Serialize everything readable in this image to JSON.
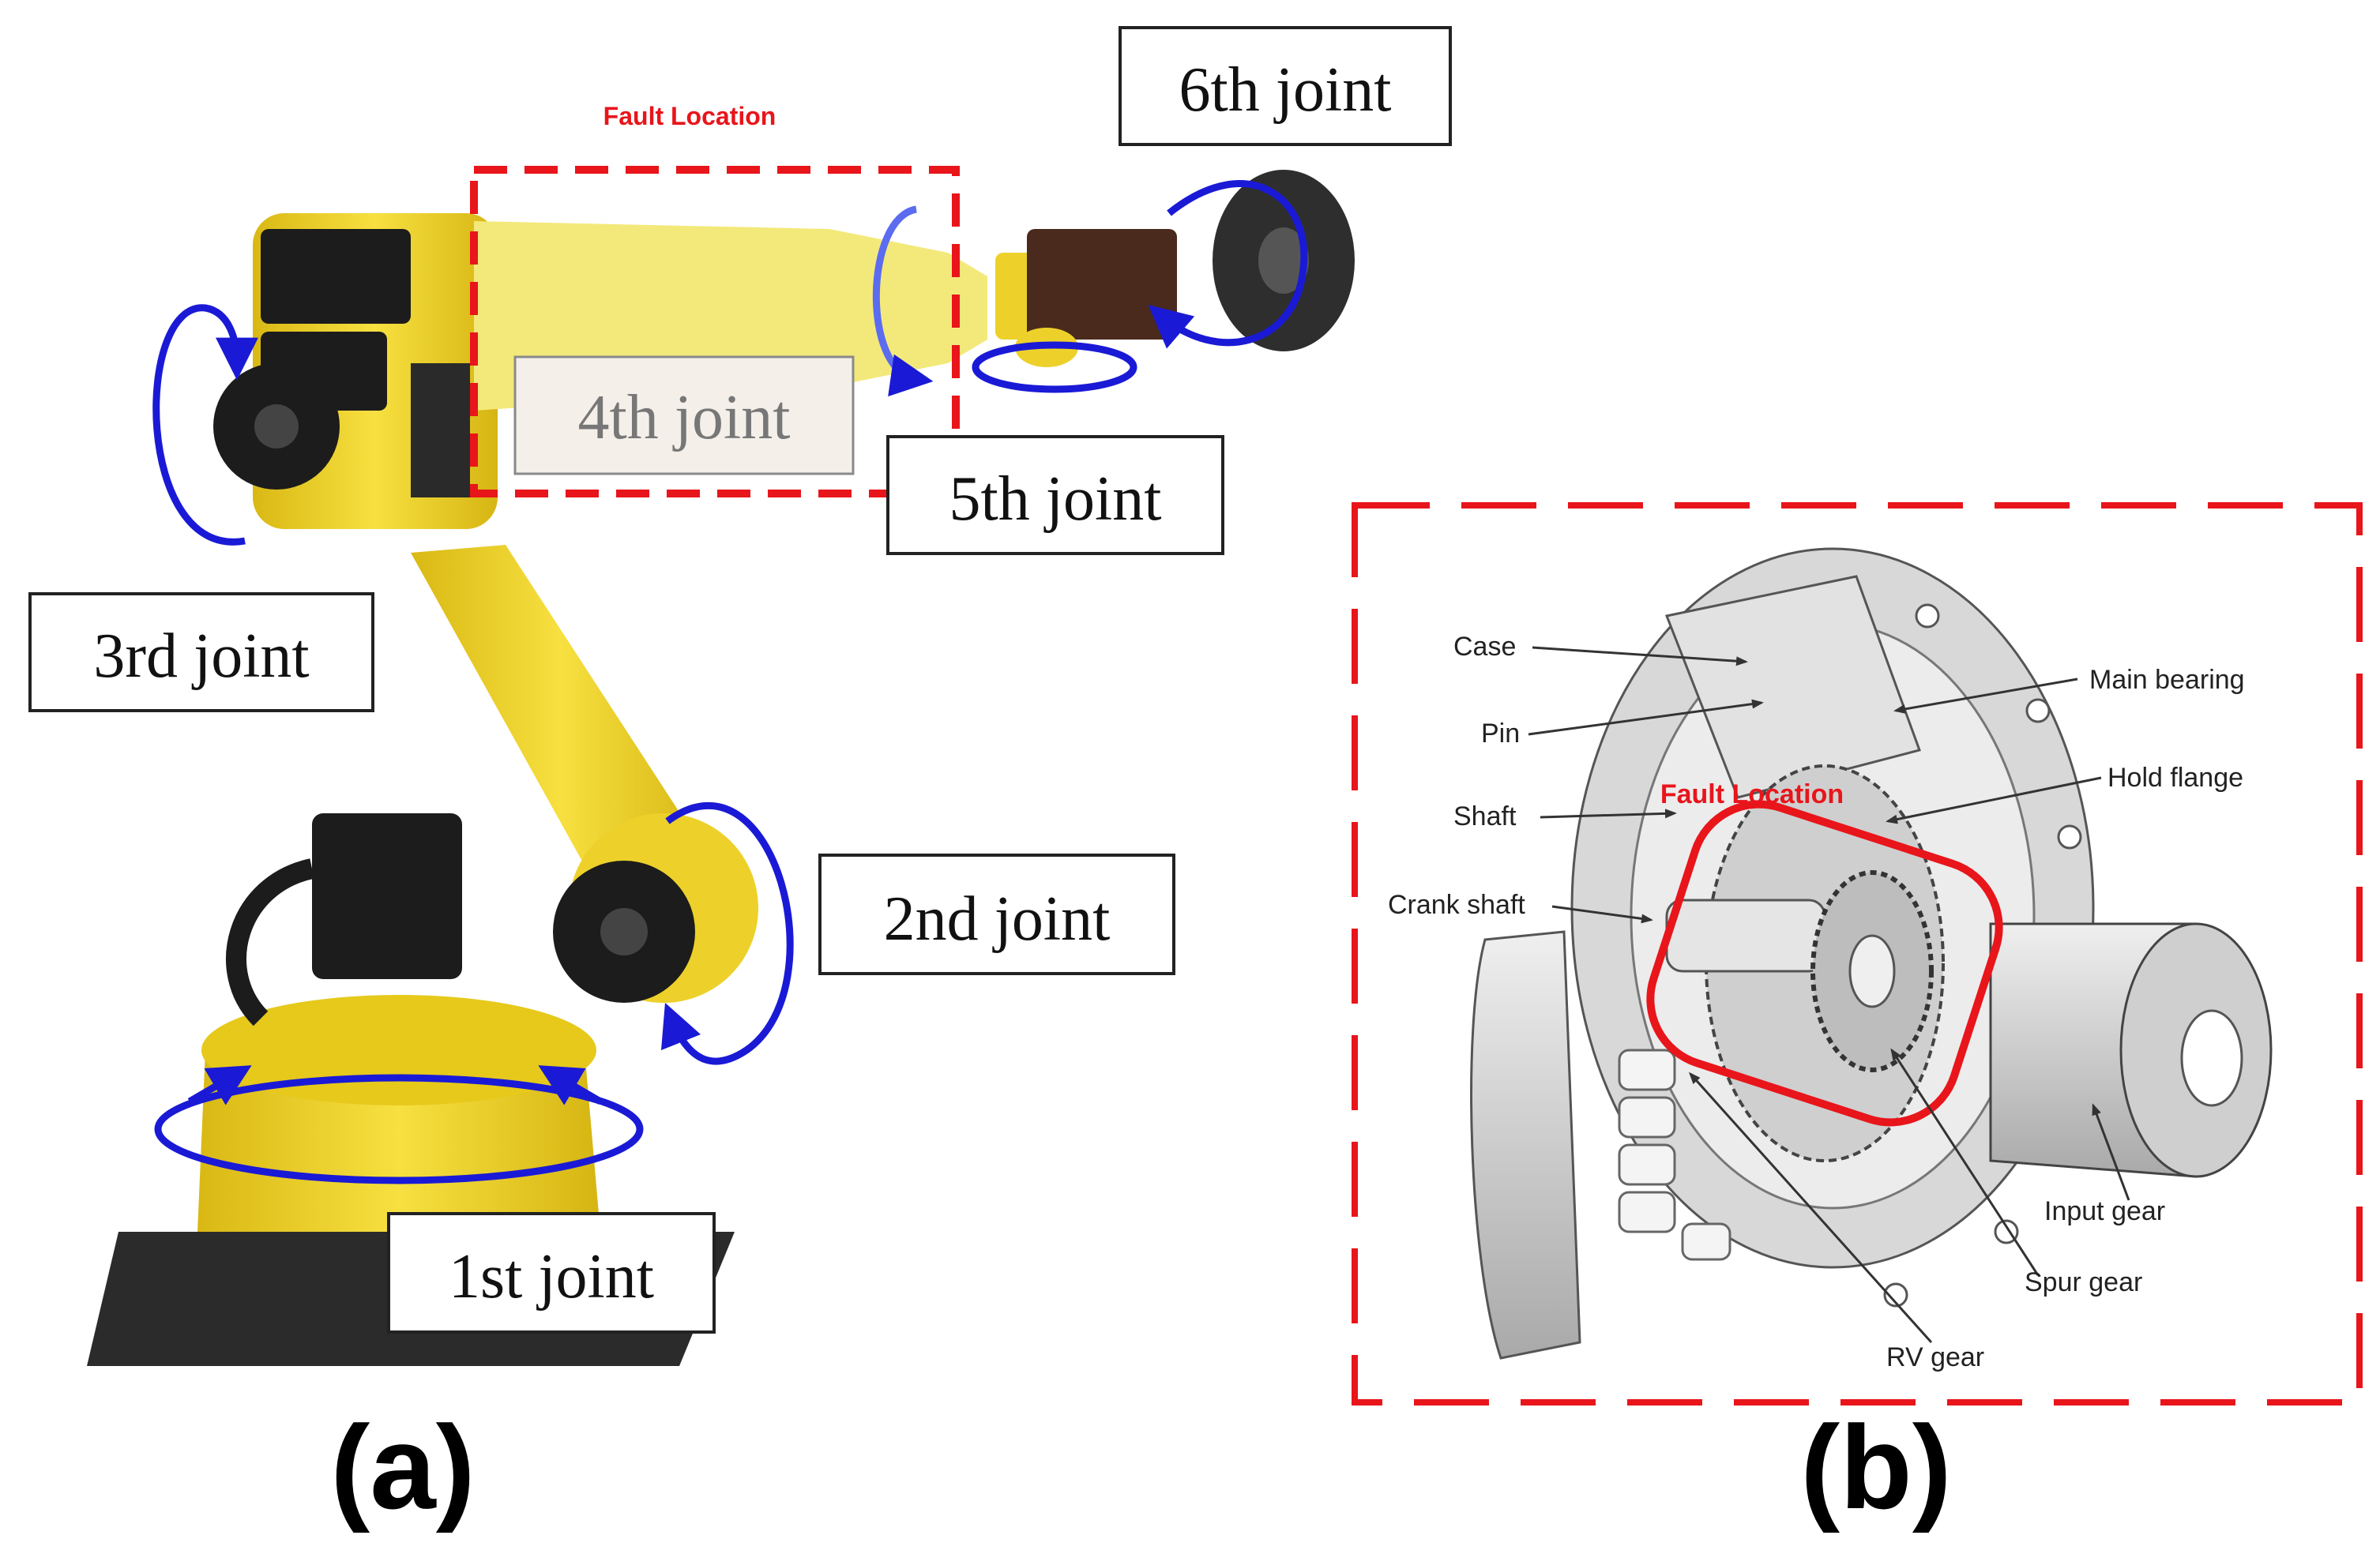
{
  "panel_a": {
    "fault_location": "Fault Location",
    "joints": {
      "j1": "1st joint",
      "j2": "2nd joint",
      "j3": "3rd joint",
      "j4": "4th joint",
      "j5": "5th joint",
      "j6": "6th joint"
    },
    "caption": "(a)"
  },
  "panel_b": {
    "fault_location": "Fault Location",
    "parts": {
      "case": "Case",
      "pin": "Pin",
      "shaft": "Shaft",
      "crank_shaft": "Crank shaft",
      "main_bearing": "Main bearing",
      "hold_flange": "Hold flange",
      "input_gear": "Input gear",
      "spur_gear": "Spur gear",
      "rv_gear": "RV gear"
    },
    "caption": "(b)"
  },
  "colors": {
    "fault_red": "#e8151b",
    "rotation_blue": "#1a1ad6",
    "robot_yellow": "#f2d51f",
    "motor_black": "#1c1c1c",
    "gear_gray": "#c8c8c8"
  }
}
